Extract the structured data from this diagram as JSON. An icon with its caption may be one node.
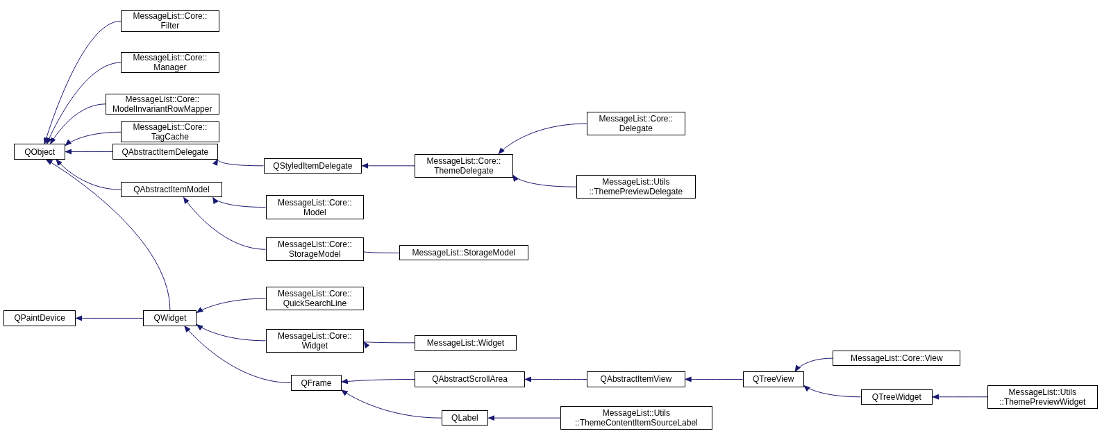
{
  "diagram": {
    "nodes": [
      {
        "text": [
          "QObject"
        ]
      },
      {
        "text": [
          "MessageList::Core:: Filter"
        ]
      },
      {
        "text": [
          "MessageList::Core:: Manager"
        ]
      },
      {
        "text": [
          "MessageList::Core:: ModelInvariantRowMapper"
        ]
      },
      {
        "text": [
          "MessageList::Core:: TagCache"
        ]
      },
      {
        "text": [
          "QAbstractItemDelegate"
        ]
      },
      {
        "text": [
          "QStyledItemDelegate"
        ]
      },
      {
        "text": [
          "MessageList::Core:: ThemeDelegate"
        ]
      },
      {
        "text": [
          "MessageList::Core:: Delegate"
        ]
      },
      {
        "text": [
          "MessageList::Utils ::ThemePreviewDelegate"
        ]
      },
      {
        "text": [
          "QAbstractItemModel"
        ]
      },
      {
        "text": [
          "MessageList::Core:: Model"
        ]
      },
      {
        "text": [
          "MessageList::Core:: StorageModel"
        ]
      },
      {
        "text": [
          "MessageList::StorageModel"
        ]
      },
      {
        "text": [
          "QPaintDevice"
        ]
      },
      {
        "text": [
          "QWidget"
        ]
      },
      {
        "text": [
          "MessageList::Core:: QuickSearchLine"
        ]
      },
      {
        "text": [
          "MessageList::Core:: Widget"
        ]
      },
      {
        "text": [
          "MessageList::Widget"
        ]
      },
      {
        "text": [
          "QFrame"
        ]
      },
      {
        "text": [
          "QAbstractScrollArea"
        ]
      },
      {
        "text": [
          "QAbstractItemView"
        ]
      },
      {
        "text": [
          "QTreeView"
        ]
      },
      {
        "text": [
          "MessageList::Core::View"
        ]
      },
      {
        "text": [
          "QTreeWidget"
        ]
      },
      {
        "text": [
          "MessageList::Utils ::ThemePreviewWidget"
        ]
      },
      {
        "text": [
          "QLabel"
        ]
      },
      {
        "text": [
          "MessageList::Utils ::ThemeContentItemSourceLabel"
        ]
      }
    ],
    "edges": [
      {
        "from": 1,
        "to": 0,
        "arrow": "to"
      },
      {
        "from": 2,
        "to": 0,
        "arrow": "to"
      },
      {
        "from": 3,
        "to": 0,
        "arrow": "to"
      },
      {
        "from": 4,
        "to": 0,
        "arrow": "to"
      },
      {
        "from": 5,
        "to": 0,
        "arrow": "to"
      },
      {
        "from": 10,
        "to": 0,
        "arrow": "to"
      },
      {
        "from": 15,
        "to": 0,
        "arrow": "to"
      },
      {
        "from": 6,
        "to": 5,
        "arrow": "to"
      },
      {
        "from": 7,
        "to": 6,
        "arrow": "to"
      },
      {
        "from": 8,
        "to": 7,
        "arrow": "to"
      },
      {
        "from": 9,
        "to": 7,
        "arrow": "to"
      },
      {
        "from": 11,
        "to": 10,
        "arrow": "to"
      },
      {
        "from": 12,
        "to": 10,
        "arrow": "to"
      },
      {
        "from": 13,
        "to": 12,
        "arrow": "to"
      },
      {
        "from": 15,
        "to": 14,
        "arrow": "to"
      },
      {
        "from": 16,
        "to": 15,
        "arrow": "to"
      },
      {
        "from": 17,
        "to": 15,
        "arrow": "to"
      },
      {
        "from": 18,
        "to": 17,
        "arrow": "to"
      },
      {
        "from": 19,
        "to": 15,
        "arrow": "to"
      },
      {
        "from": 20,
        "to": 19,
        "arrow": "to"
      },
      {
        "from": 26,
        "to": 19,
        "arrow": "to"
      },
      {
        "from": 21,
        "to": 20,
        "arrow": "to"
      },
      {
        "from": 22,
        "to": 21,
        "arrow": "to"
      },
      {
        "from": 23,
        "to": 22,
        "arrow": "to"
      },
      {
        "from": 24,
        "to": 22,
        "arrow": "to"
      },
      {
        "from": 25,
        "to": 24,
        "arrow": "to"
      },
      {
        "from": 27,
        "to": 26,
        "arrow": "to"
      }
    ]
  }
}
